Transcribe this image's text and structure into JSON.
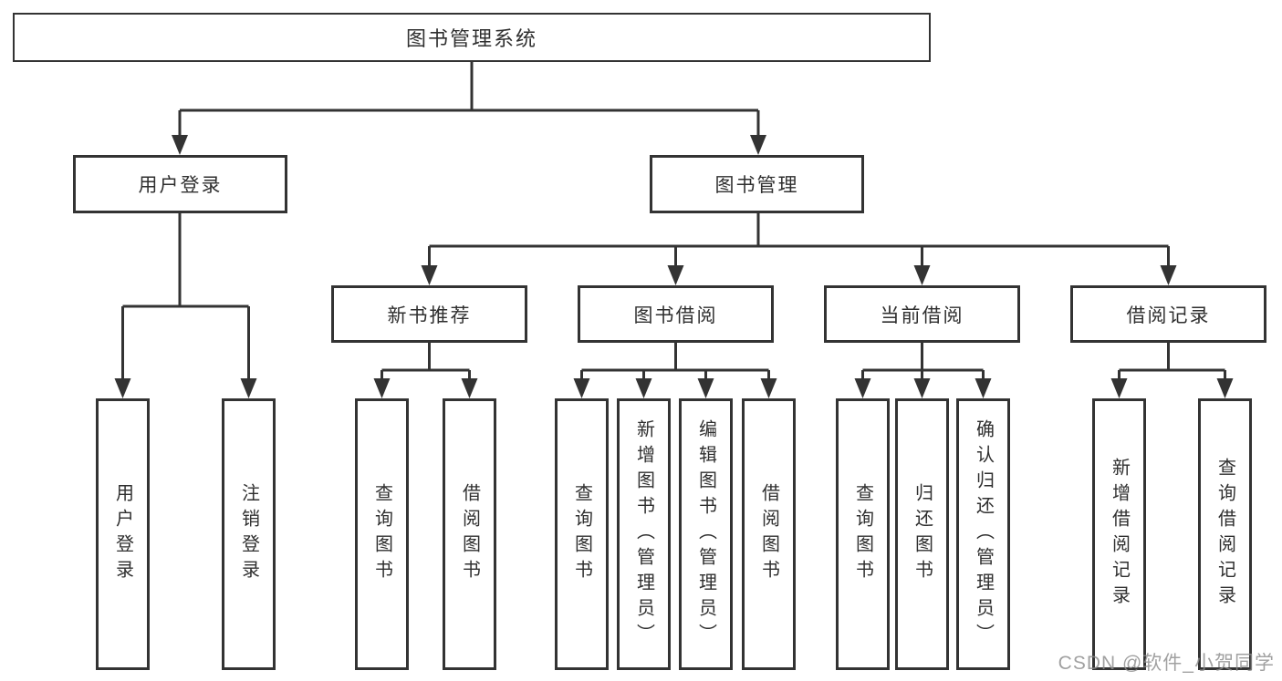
{
  "title": "图书管理系统",
  "level2": [
    {
      "label": "用户登录"
    },
    {
      "label": "图书管理"
    }
  ],
  "level3": [
    {
      "label": "新书推荐",
      "parent": "图书管理"
    },
    {
      "label": "图书借阅",
      "parent": "图书管理"
    },
    {
      "label": "当前借阅",
      "parent": "图书管理"
    },
    {
      "label": "借阅记录",
      "parent": "图书管理"
    }
  ],
  "leaves": [
    {
      "label": "用户登录",
      "parent": "用户登录"
    },
    {
      "label": "注销登录",
      "parent": "用户登录"
    },
    {
      "label": "查询图书",
      "parent": "新书推荐"
    },
    {
      "label": "借阅图书",
      "parent": "新书推荐"
    },
    {
      "label": "查询图书",
      "parent": "图书借阅"
    },
    {
      "label": "新增图书（管理员）",
      "parent": "图书借阅"
    },
    {
      "label": "编辑图书（管理员）",
      "parent": "图书借阅"
    },
    {
      "label": "借阅图书",
      "parent": "图书借阅"
    },
    {
      "label": "查询图书",
      "parent": "当前借阅"
    },
    {
      "label": "归还图书",
      "parent": "当前借阅"
    },
    {
      "label": "确认归还（管理员）",
      "parent": "当前借阅"
    },
    {
      "label": "新增借阅记录",
      "parent": "借阅记录"
    },
    {
      "label": "查询借阅记录",
      "parent": "借阅记录"
    }
  ],
  "watermark": "CSDN @软件_小贺同学",
  "colors": {
    "line": "#333333",
    "text": "#2f2f2f",
    "watermark": "#8c8c8c",
    "background": "#ffffff"
  }
}
